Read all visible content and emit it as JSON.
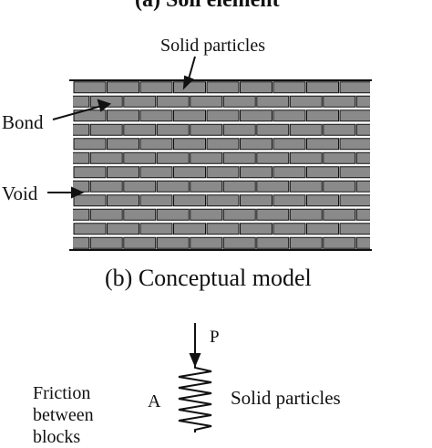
{
  "figure": {
    "top_caption": "(a) Soil element",
    "solid_particles_label": "Solid particles",
    "bond_label": "Bond",
    "void_label": "Void",
    "caption_b": "(b) Conceptual model",
    "load_label": "P",
    "point_label": "A",
    "spring_label": "Solid particles",
    "friction_lines": [
      "Friction",
      "between",
      "blocks"
    ]
  },
  "colors": {
    "particle": "#8a8a8a",
    "bond": "#ffffff",
    "void": "#ffffff",
    "line": "#111111"
  }
}
